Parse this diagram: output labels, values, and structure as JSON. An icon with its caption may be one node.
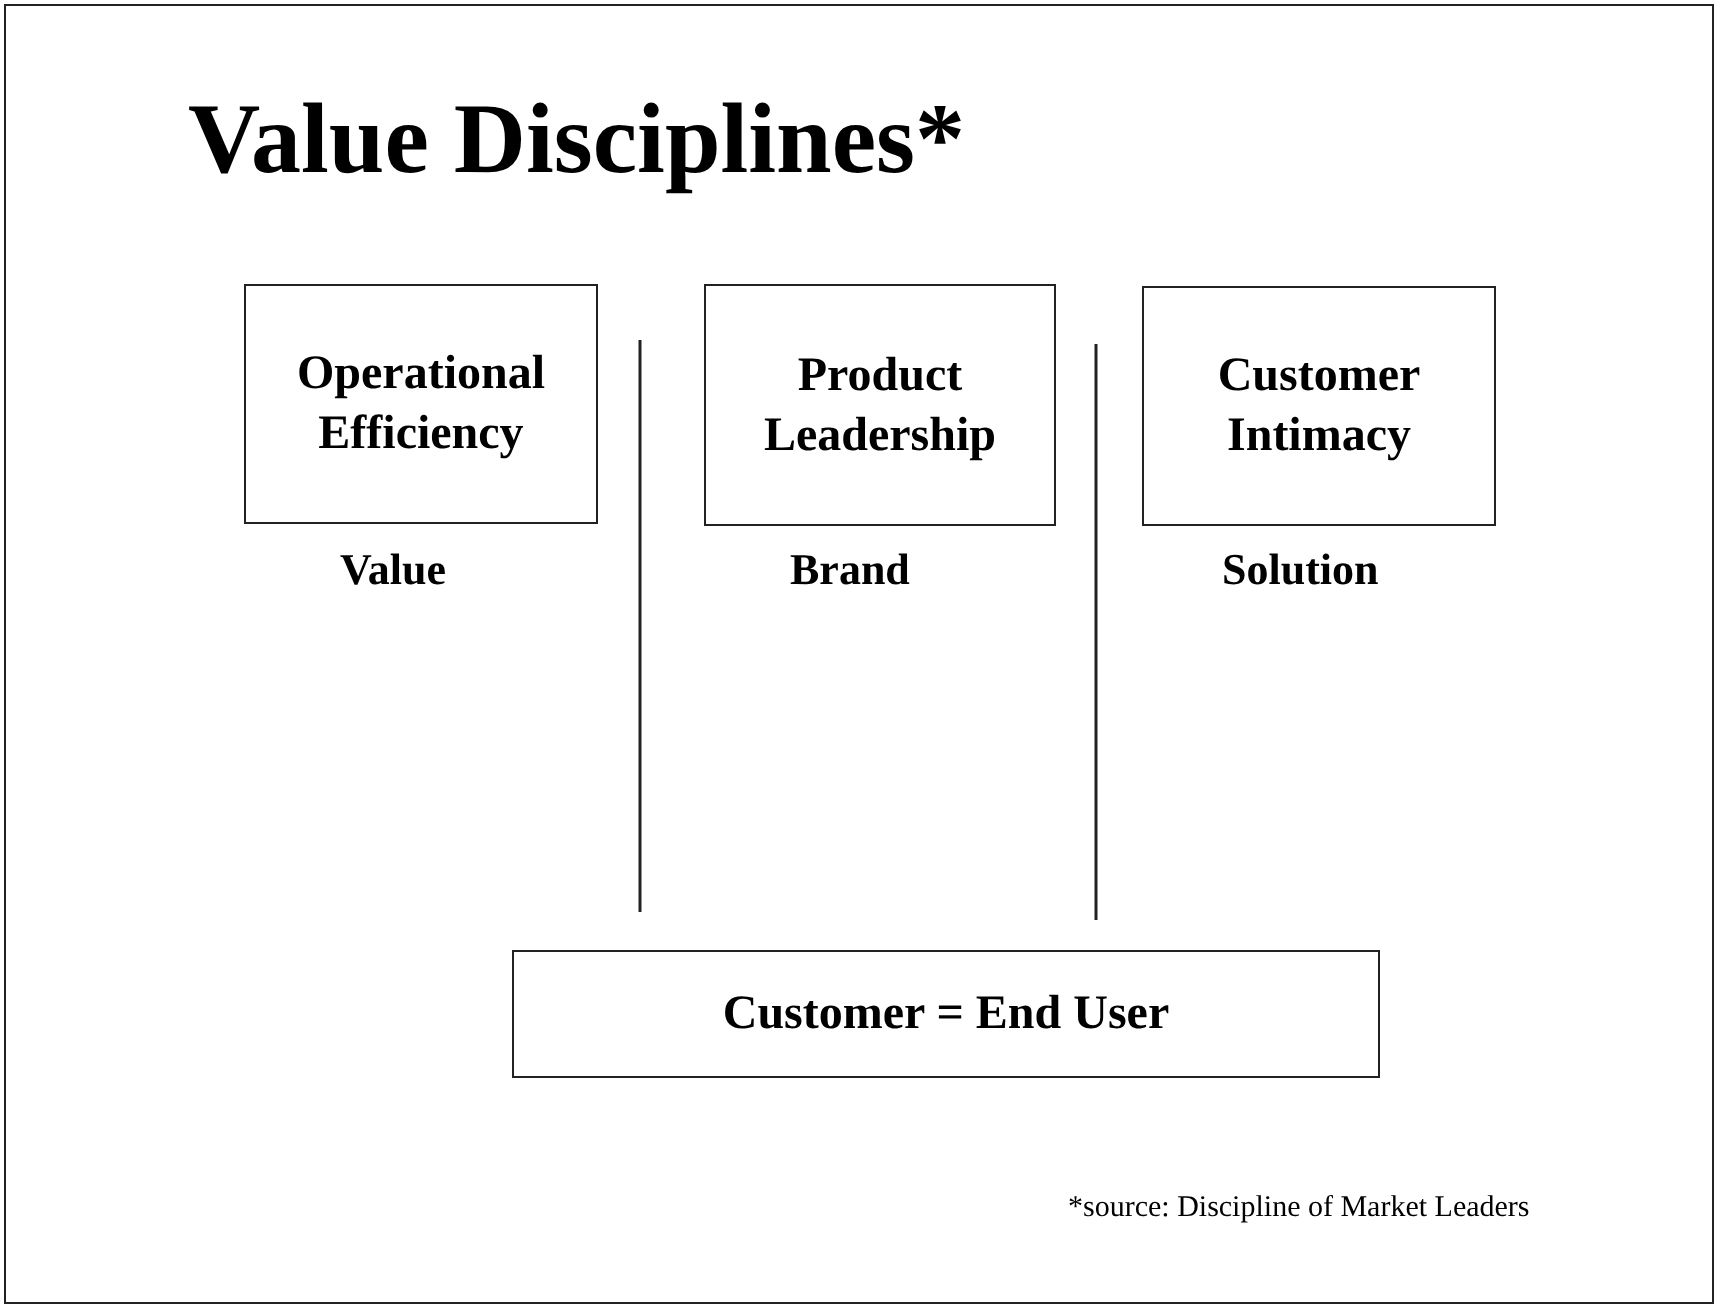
{
  "diagram": {
    "title": "Value Disciplines*",
    "nodes": [
      {
        "text": [
          "Operational Efficiency"
        ],
        "beside": [
          "Value"
        ]
      },
      {
        "text": [
          "Product Leadership"
        ],
        "beside": [
          "Brand"
        ]
      },
      {
        "text": [
          "Customer Intimacy"
        ],
        "beside": [
          "Solution"
        ]
      },
      {
        "text": [
          "Customer = End User"
        ]
      }
    ],
    "caption": "*source:  Discipline of Market Leaders"
  }
}
